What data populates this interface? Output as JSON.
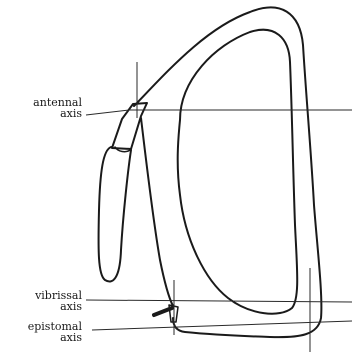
{
  "labels": {
    "antennal": [
      "antennal",
      "axis"
    ],
    "vibrissal": [
      "vibrissal",
      "axis"
    ],
    "epistomal": [
      "epistomal",
      "axis"
    ]
  }
}
